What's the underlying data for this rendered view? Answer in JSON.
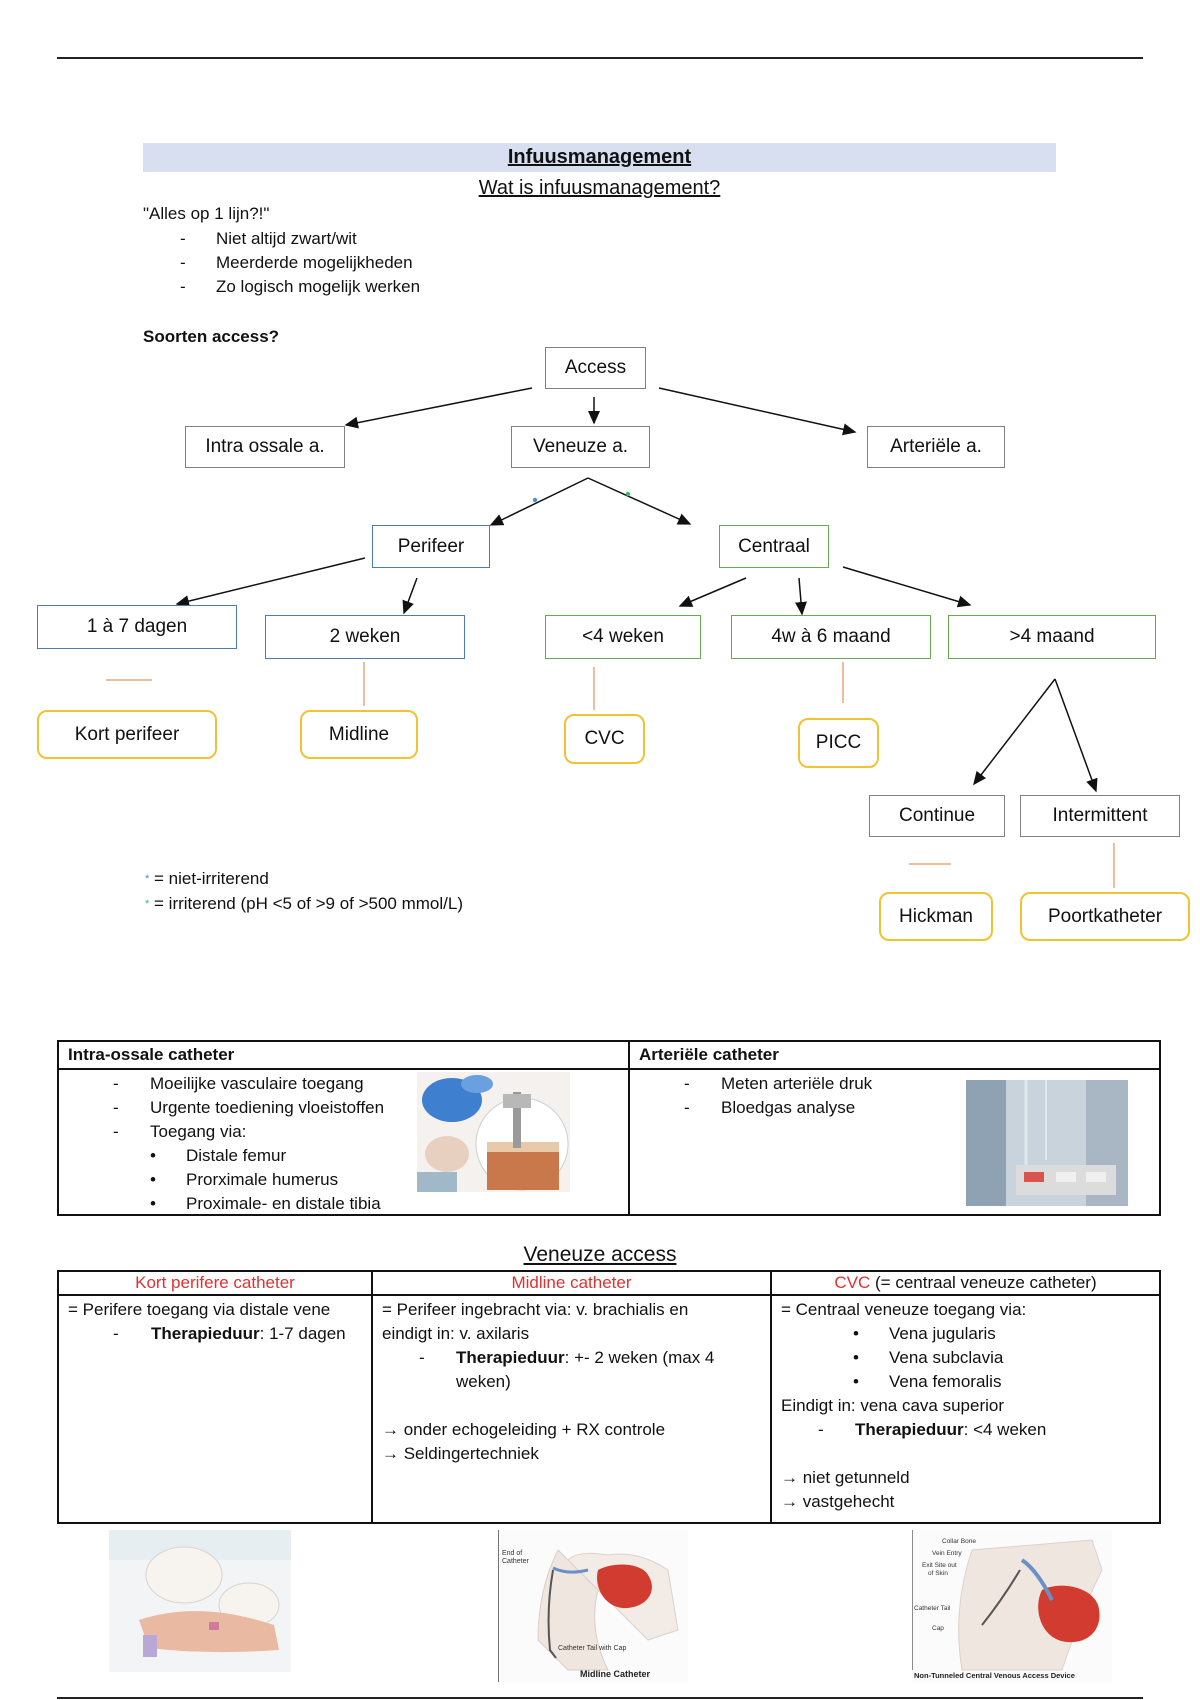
{
  "header": {
    "title": "Infuusmanagement",
    "subtitle": "Wat is infuusmanagement?"
  },
  "intro": {
    "quote": "\"Alles op 1 lijn?!\"",
    "items": [
      "Niet altijd zwart/wit",
      "Meerderde mogelijkheden",
      "Zo logisch mogelijk werken"
    ]
  },
  "access_heading": "Soorten access?",
  "tree": {
    "access": "Access",
    "intra": "Intra ossale a.",
    "veneuze": "Veneuze a.",
    "arteriele": "Arteriële a.",
    "perifeer": "Perifeer",
    "centraal": "Centraal",
    "d1_7": "1 à 7 dagen",
    "w2": "2 weken",
    "lt4w": "<4 weken",
    "w4_6m": "4w à 6 maand",
    "gt4m": ">4 maand",
    "kort": "Kort perifeer",
    "midline": "Midline",
    "cvc": "CVC",
    "picc": "PICC",
    "continue": "Continue",
    "intermittent": "Intermittent",
    "hickman": "Hickman",
    "poort": "Poortkatheter"
  },
  "legend": {
    "marker": "*",
    "items": [
      "= niet-irriterend",
      "= irriterend (pH <5 of >9 of >500 mmol/L)"
    ]
  },
  "colors": {
    "blue": "#4a7db3",
    "green": "#6aa84f",
    "yellow": "#f1c232",
    "grey": "#808080",
    "red": "#e03131",
    "band": "#d7dff0"
  },
  "table1": {
    "intra_title": "Intra-ossale catheter",
    "intra_items": [
      "Moeilijke vasculaire toegang",
      "Urgente toediening vloeistoffen",
      "Toegang via:"
    ],
    "intra_sub": [
      "Distale femur",
      "Prorximale humerus",
      "Proximale- en distale tibia"
    ],
    "art_title": "Arteriële catheter",
    "art_items": [
      "Meten arteriële druk",
      "Bloedgas analyse"
    ]
  },
  "veneuze": {
    "title": "Veneuze access",
    "kort": {
      "title": "Kort perifere catheter",
      "line1": "= Perifere toegang via distale vene",
      "therapy_label": "Therapieduur",
      "therapy_value": ": 1-7 dagen"
    },
    "midline": {
      "title": "Midline catheter",
      "line1": "= Perifeer ingebracht via: v. brachialis en",
      "line2": "eindigt in: v. axilaris",
      "therapy_label": "Therapieduur",
      "therapy_value": ": +- 2 weken (max 4",
      "therapy_value2": "weken)",
      "arrow1": "→ onder echogeleiding + RX controle",
      "arrow2": "→ Seldingertechniek"
    },
    "cvc": {
      "title_red": "CVC",
      "title_rest": " (= centraal veneuze catheter)",
      "line1": "= Centraal veneuze toegang via:",
      "bullets": [
        "Vena jugularis",
        "Vena subclavia",
        "Vena femoralis"
      ],
      "line2": "Eindigt in: vena cava superior",
      "therapy_label": "Therapieduur",
      "therapy_value": ": <4 weken",
      "arrow1": "→ niet getunneld",
      "arrow2": "→ vastgehecht"
    }
  },
  "images": {
    "midline_caption": "Midline Catheter",
    "midline_label1": "End of",
    "midline_label1b": "Catheter",
    "midline_label2": "Catheter Tail with Cap",
    "cvc_caption": "Non-Tunneled Central Venous Access Device",
    "cvc_labels": [
      "Collar Bone",
      "Vein Entry",
      "Exit Site out",
      "of Skin",
      "Catheter Tail",
      "Cap"
    ]
  }
}
